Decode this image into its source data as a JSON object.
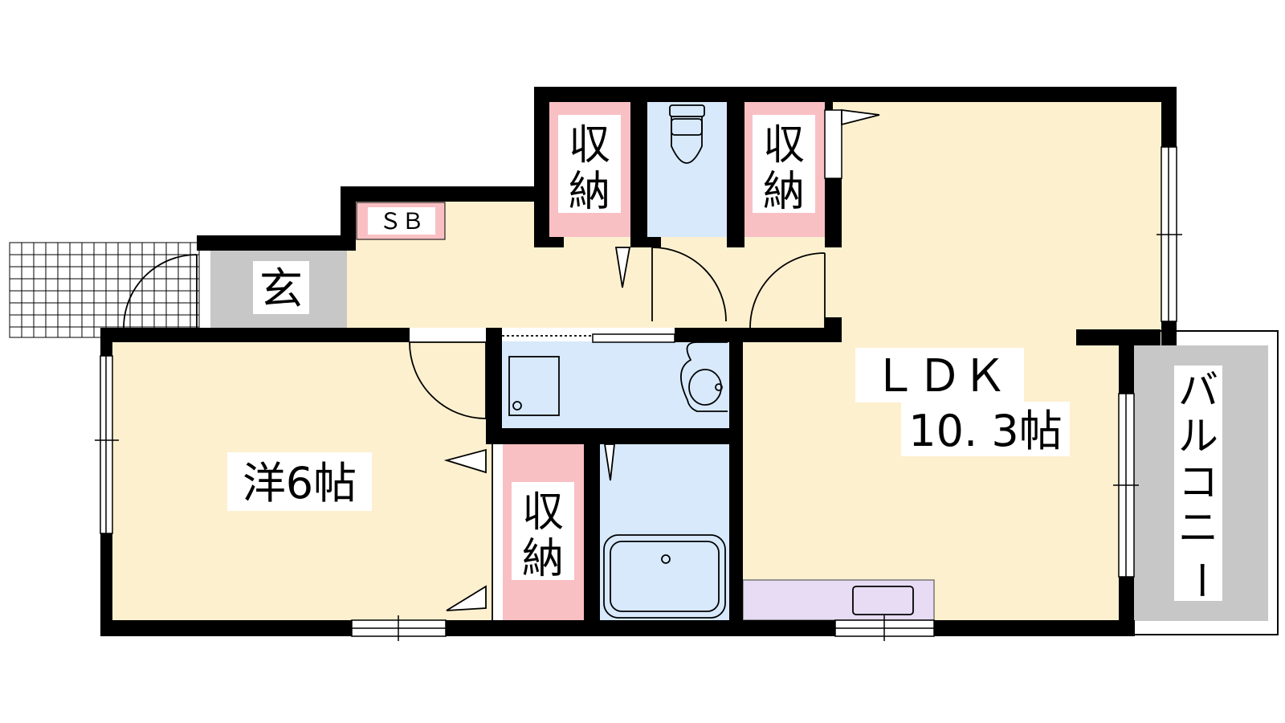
{
  "floorplan": {
    "colors": {
      "room": "#fdf0cf",
      "storage": "#f9c0c4",
      "wet": "#d7e9fb",
      "entrance": "#c7c7c7",
      "kitchen": "#e7dcf3",
      "balcony": "#c7c7c7",
      "wall": "#000000"
    },
    "labels": {
      "storage_top_left": [
        "収",
        "納"
      ],
      "storage_top_right": [
        "収",
        "納"
      ],
      "storage_middle": [
        "収",
        "納"
      ],
      "shoe_box": "ＳＢ",
      "entrance": "玄",
      "western_room": "洋6帖",
      "ldk_name": "ＬＤＫ",
      "ldk_size": "10. 3帖",
      "balcony": [
        "バ",
        "ル",
        "コ",
        "ニ",
        "ー"
      ]
    }
  }
}
